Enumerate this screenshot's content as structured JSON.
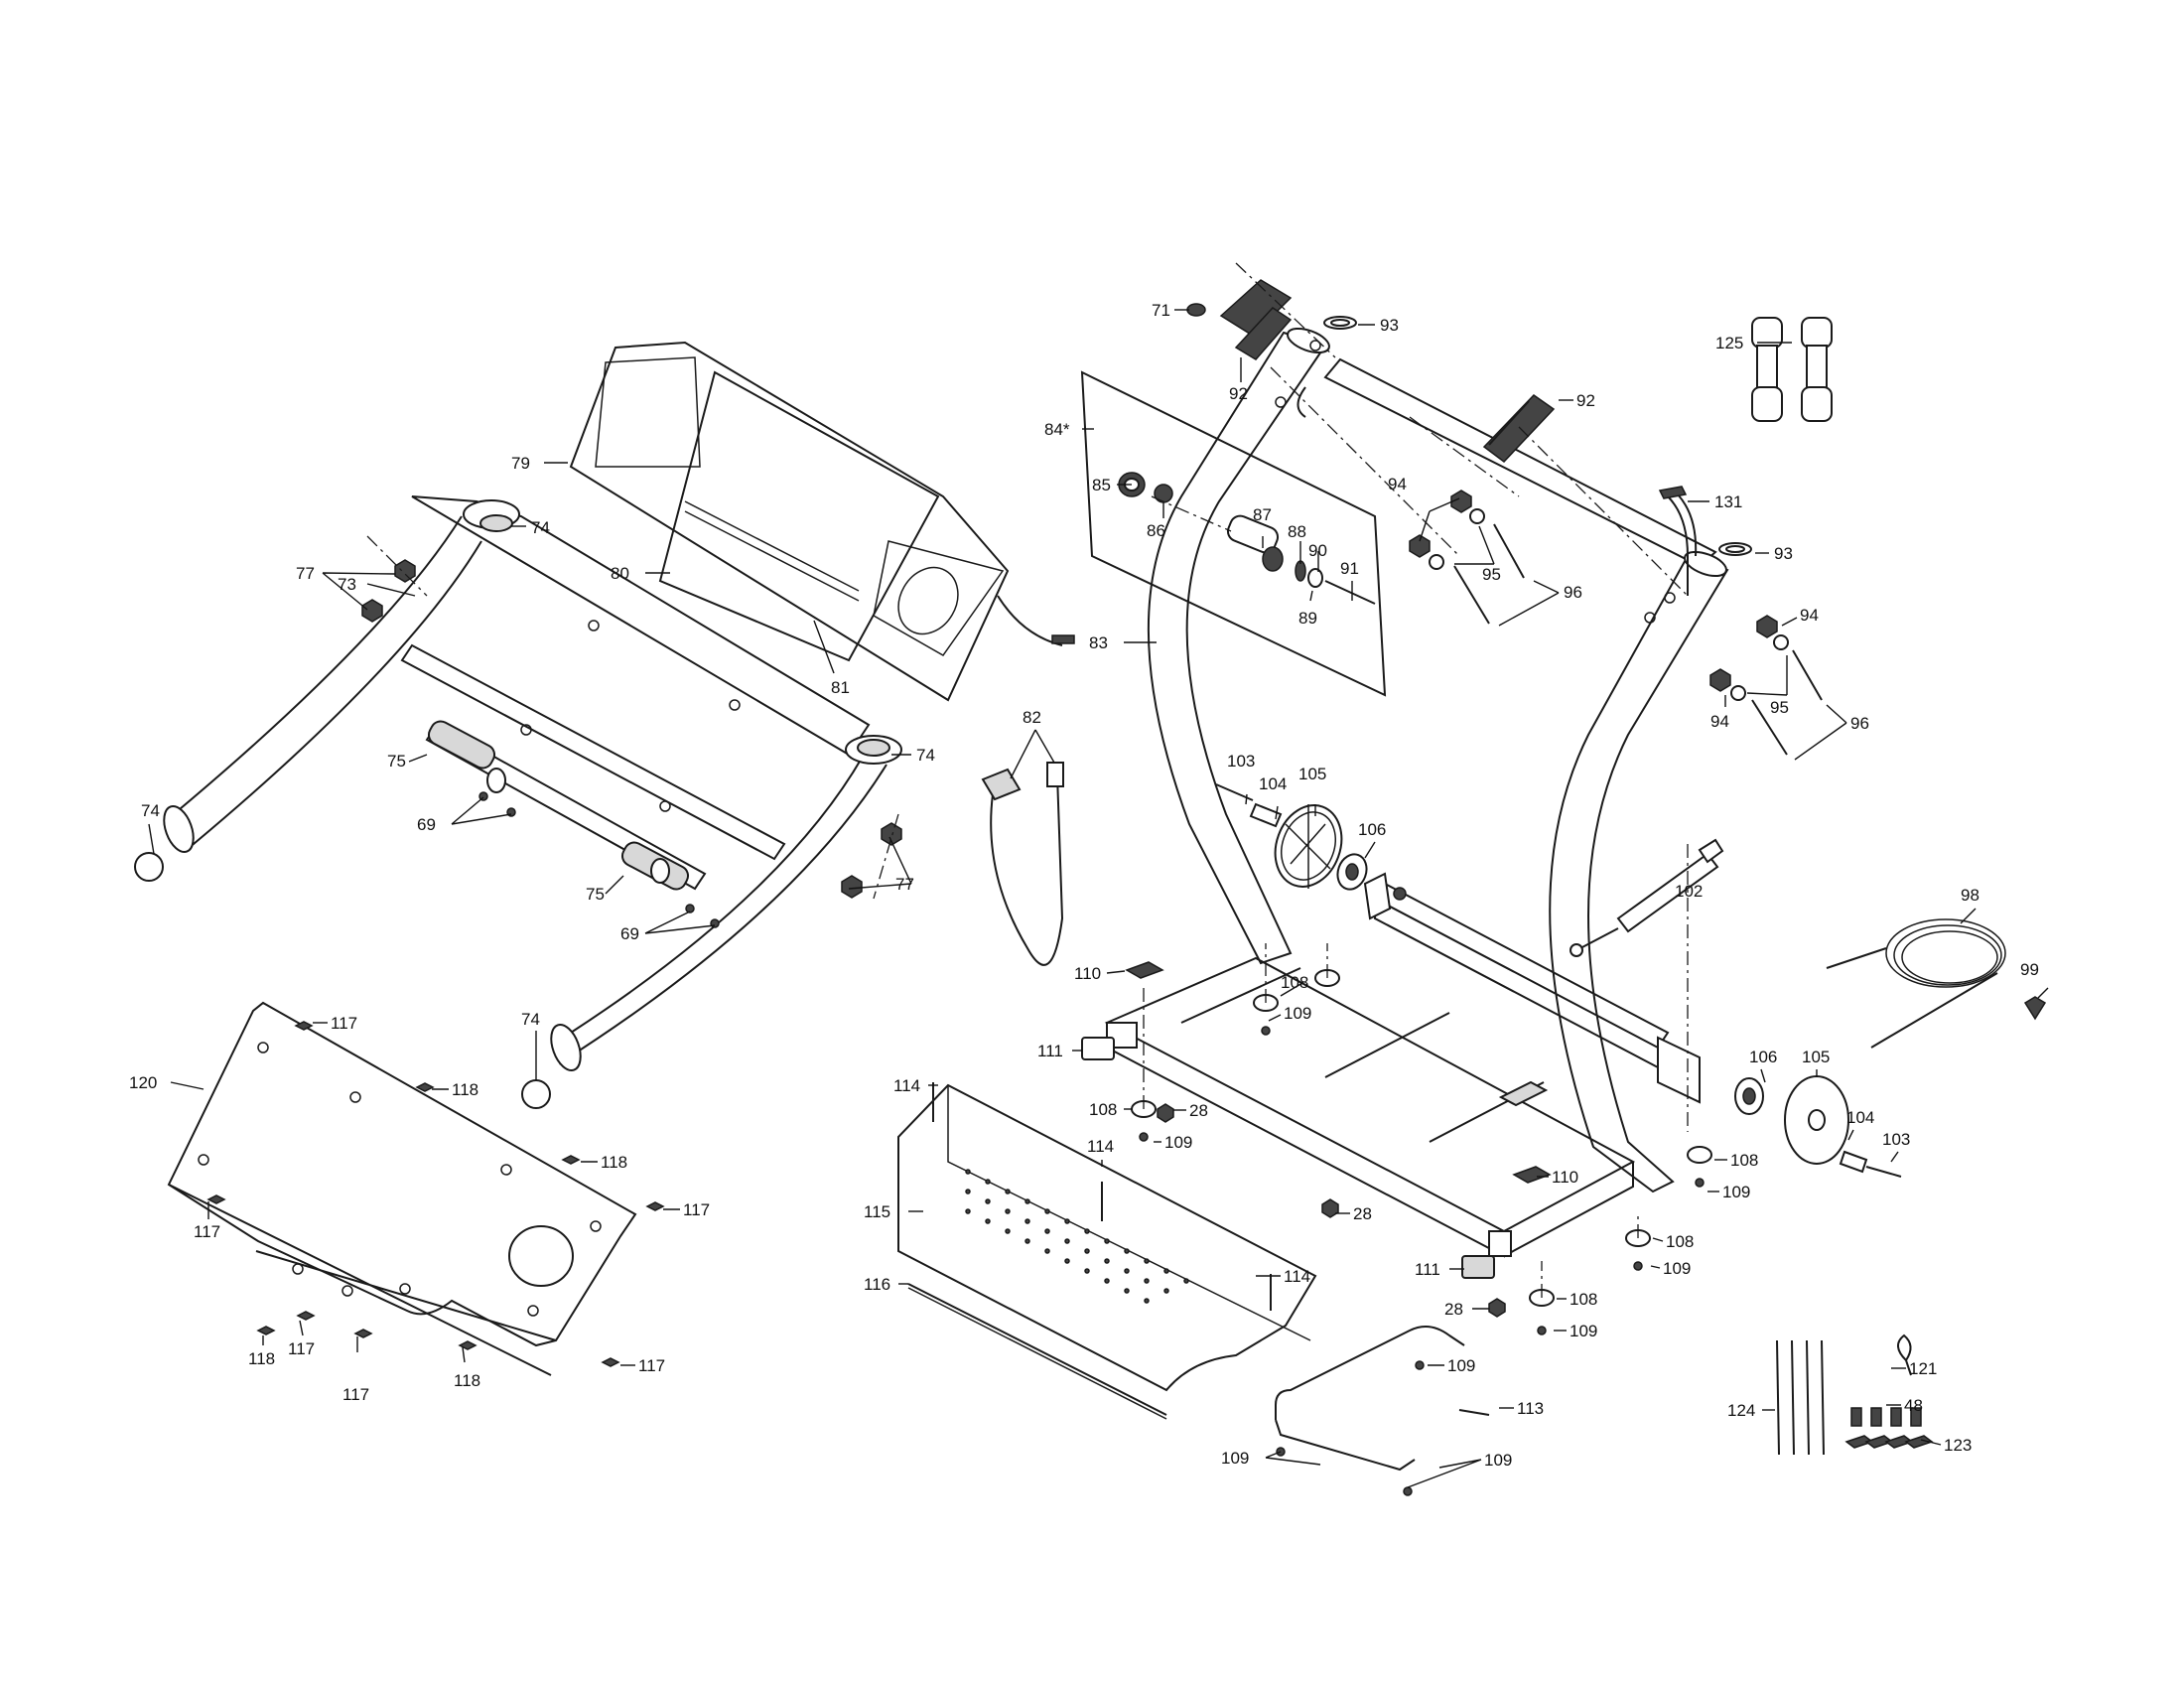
{
  "diagram": {
    "callouts": [
      {
        "id": "c71",
        "text": "71"
      },
      {
        "id": "c92a",
        "text": "92"
      },
      {
        "id": "c93a",
        "text": "93"
      },
      {
        "id": "c84",
        "text": "84*"
      },
      {
        "id": "c85",
        "text": "85"
      },
      {
        "id": "c86",
        "text": "86"
      },
      {
        "id": "c87",
        "text": "87"
      },
      {
        "id": "c88",
        "text": "88"
      },
      {
        "id": "c90",
        "text": "90"
      },
      {
        "id": "c91",
        "text": "91"
      },
      {
        "id": "c89",
        "text": "89"
      },
      {
        "id": "c83",
        "text": "83"
      },
      {
        "id": "c92b",
        "text": "92"
      },
      {
        "id": "c94a",
        "text": "94"
      },
      {
        "id": "c95a",
        "text": "95"
      },
      {
        "id": "c96a",
        "text": "96"
      },
      {
        "id": "c131",
        "text": "131"
      },
      {
        "id": "c93b",
        "text": "93"
      },
      {
        "id": "c94b",
        "text": "94"
      },
      {
        "id": "c95b",
        "text": "95"
      },
      {
        "id": "c94c",
        "text": "94"
      },
      {
        "id": "c96b",
        "text": "96"
      },
      {
        "id": "c125",
        "text": "125"
      },
      {
        "id": "c79",
        "text": "79"
      },
      {
        "id": "c74a",
        "text": "74"
      },
      {
        "id": "c77a",
        "text": "77"
      },
      {
        "id": "c80",
        "text": "80"
      },
      {
        "id": "c73",
        "text": "73"
      },
      {
        "id": "c81",
        "text": "81"
      },
      {
        "id": "c74b",
        "text": "74"
      },
      {
        "id": "c74c",
        "text": "74"
      },
      {
        "id": "c75a",
        "text": "75"
      },
      {
        "id": "c69a",
        "text": "69"
      },
      {
        "id": "c77b",
        "text": "77"
      },
      {
        "id": "c75b",
        "text": "75"
      },
      {
        "id": "c69b",
        "text": "69"
      },
      {
        "id": "c74d",
        "text": "74"
      },
      {
        "id": "c82",
        "text": "82"
      },
      {
        "id": "c103a",
        "text": "103"
      },
      {
        "id": "c104a",
        "text": "104"
      },
      {
        "id": "c105a",
        "text": "105"
      },
      {
        "id": "c106a",
        "text": "106"
      },
      {
        "id": "c102",
        "text": "102"
      },
      {
        "id": "c98",
        "text": "98"
      },
      {
        "id": "c99",
        "text": "99"
      },
      {
        "id": "c110a",
        "text": "110"
      },
      {
        "id": "c108a",
        "text": "108"
      },
      {
        "id": "c109a",
        "text": "109"
      },
      {
        "id": "c111a",
        "text": "111"
      },
      {
        "id": "c114a",
        "text": "114"
      },
      {
        "id": "c108b",
        "text": "108"
      },
      {
        "id": "c28a",
        "text": "28"
      },
      {
        "id": "c109b",
        "text": "109"
      },
      {
        "id": "c114b",
        "text": "114"
      },
      {
        "id": "c106b",
        "text": "106"
      },
      {
        "id": "c105b",
        "text": "105"
      },
      {
        "id": "c104b",
        "text": "104"
      },
      {
        "id": "c103b",
        "text": "103"
      },
      {
        "id": "c108c",
        "text": "108"
      },
      {
        "id": "c109c",
        "text": "109"
      },
      {
        "id": "c110b",
        "text": "110"
      },
      {
        "id": "c28b",
        "text": "28"
      },
      {
        "id": "c115",
        "text": "115"
      },
      {
        "id": "c114c",
        "text": "114"
      },
      {
        "id": "c116",
        "text": "116"
      },
      {
        "id": "c108d",
        "text": "108"
      },
      {
        "id": "c109d",
        "text": "109"
      },
      {
        "id": "c111b",
        "text": "111"
      },
      {
        "id": "c28c",
        "text": "28"
      },
      {
        "id": "c108e",
        "text": "108"
      },
      {
        "id": "c109e",
        "text": "109"
      },
      {
        "id": "c109f",
        "text": "109"
      },
      {
        "id": "c113",
        "text": "113"
      },
      {
        "id": "c109g",
        "text": "109"
      },
      {
        "id": "c109h",
        "text": "109"
      },
      {
        "id": "c117a",
        "text": "117"
      },
      {
        "id": "c118a",
        "text": "118"
      },
      {
        "id": "c120",
        "text": "120"
      },
      {
        "id": "c118b",
        "text": "118"
      },
      {
        "id": "c117b",
        "text": "117"
      },
      {
        "id": "c117c",
        "text": "117"
      },
      {
        "id": "c118c",
        "text": "118"
      },
      {
        "id": "c117d",
        "text": "117"
      },
      {
        "id": "c117e",
        "text": "117"
      },
      {
        "id": "c118d",
        "text": "118"
      },
      {
        "id": "c117f",
        "text": "117"
      },
      {
        "id": "c121",
        "text": "121"
      },
      {
        "id": "c48",
        "text": "48"
      },
      {
        "id": "c124",
        "text": "124"
      },
      {
        "id": "c123",
        "text": "123"
      }
    ]
  }
}
